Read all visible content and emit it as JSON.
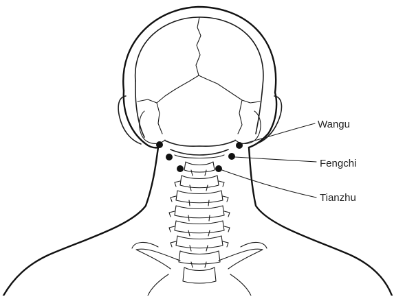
{
  "diagram": {
    "labels": {
      "wangu": "Wangu",
      "fengchi": "Fengchi",
      "tianzhu": "Tianzhu"
    },
    "colors": {
      "ink": "#1a1a1a",
      "background": "#ffffff"
    }
  }
}
